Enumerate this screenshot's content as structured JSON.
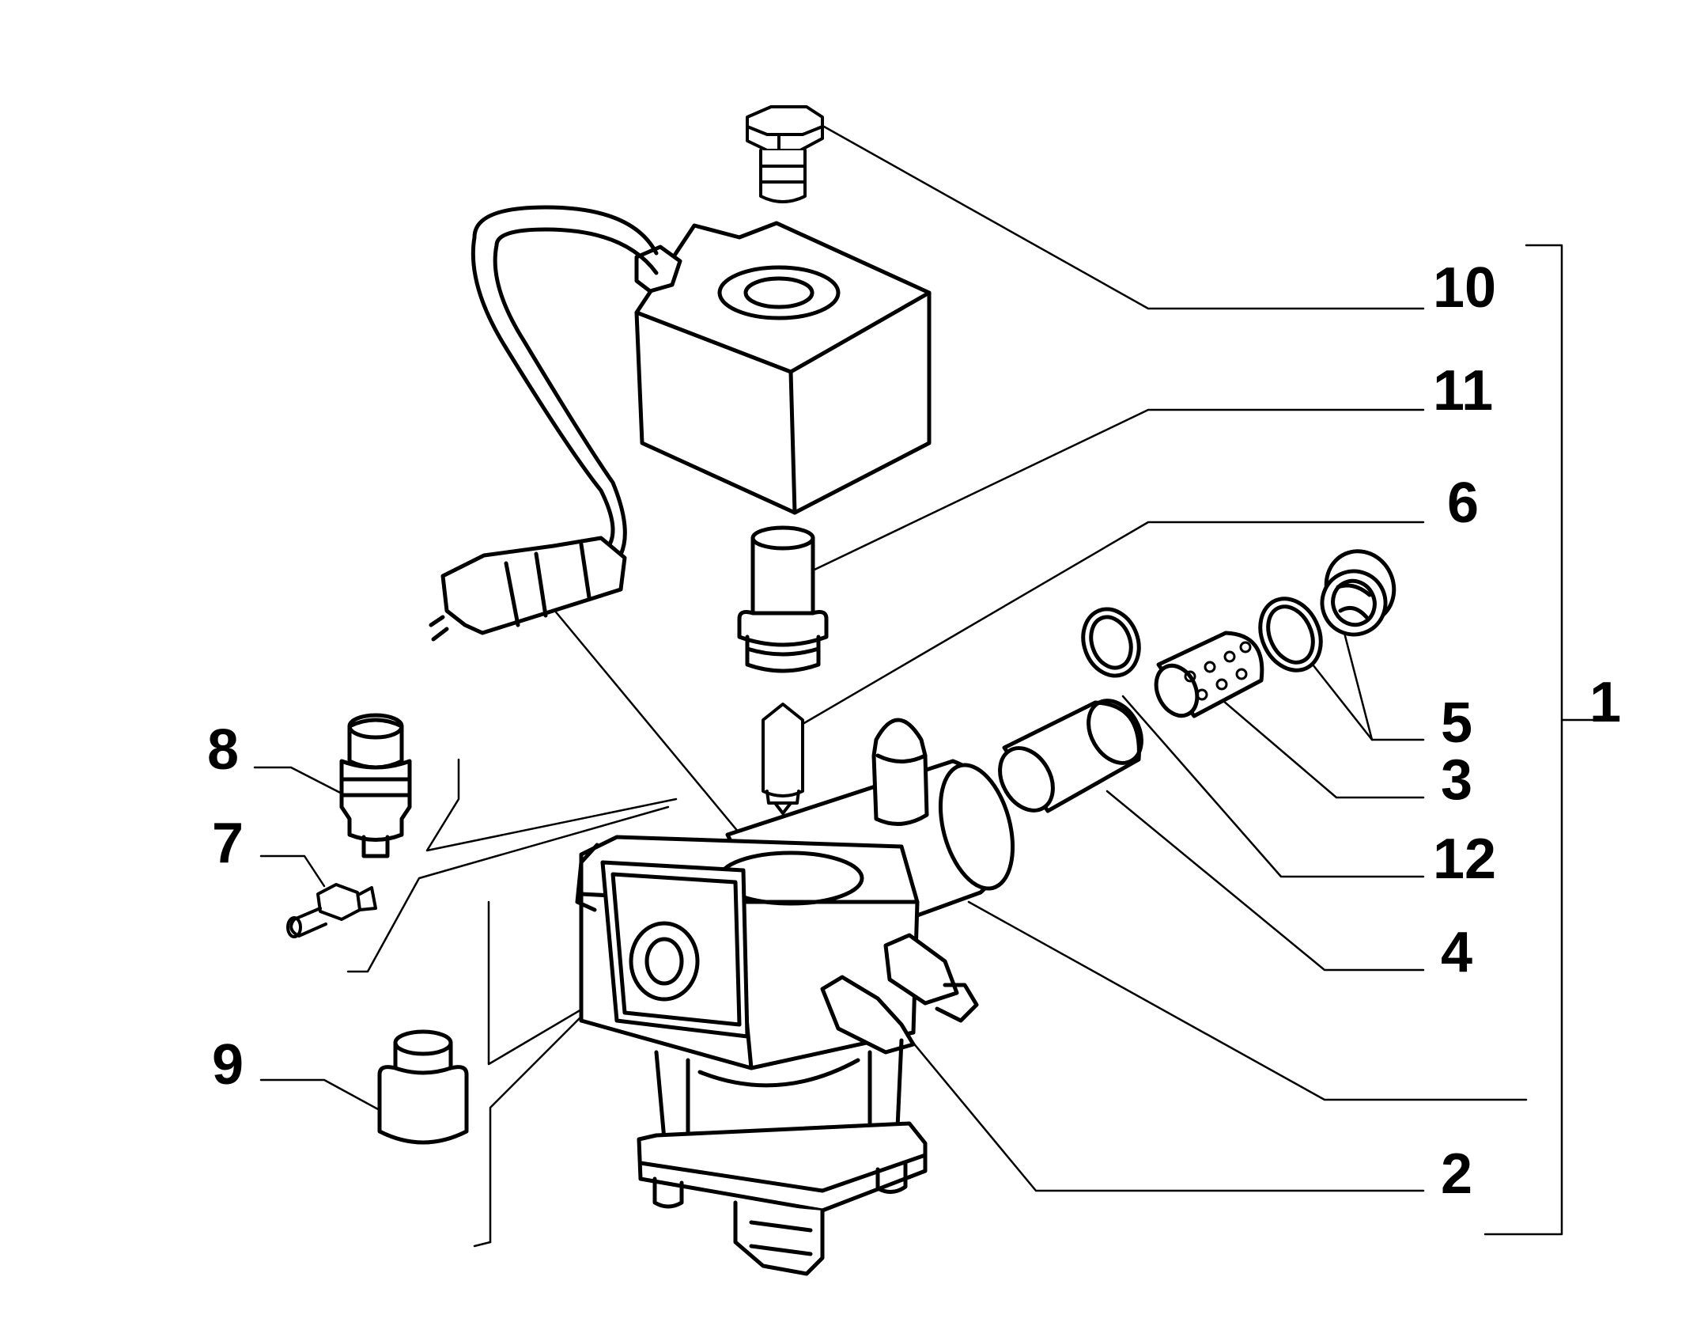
{
  "diagram": {
    "callouts": [
      "10",
      "11",
      "6",
      "1",
      "5",
      "3",
      "12",
      "4",
      "2",
      "8",
      "7",
      "9"
    ]
  },
  "colors": {
    "ink": "#000000",
    "paper": "#ffffff",
    "shade": "#d9d9d9"
  }
}
